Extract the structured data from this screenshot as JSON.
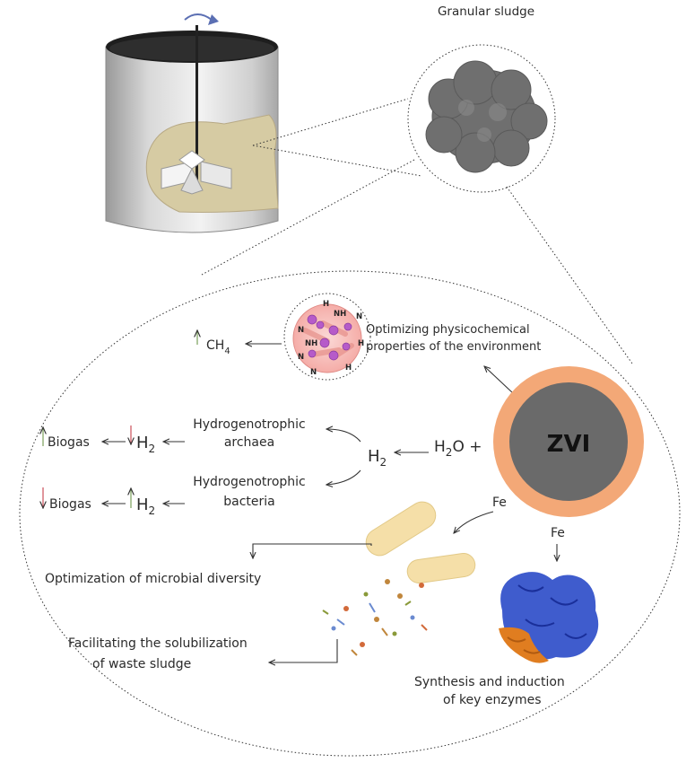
{
  "title": "Granular sludge",
  "zvi": "ZVI",
  "ch4": "CH",
  "ch4_sub": "4",
  "optimizing_line1": "Optimizing physicochemical",
  "optimizing_line2": "properties of the environment",
  "h2_center": "H",
  "h2_sub": "2",
  "h2o_h": "H",
  "h2o_sub": "2",
  "h2o_o": "O +",
  "archaea_line1": "Hydrogenotrophic",
  "archaea_line2": "archaea",
  "bacteria_line1": "Hydrogenotrophic",
  "bacteria_line2": "bacteria",
  "biogas_top": "Biogas",
  "biogas_bottom": "Biogas",
  "h2_top": "H",
  "h2_top_sub": "2",
  "h2_bottom": "H",
  "h2_bottom_sub": "2",
  "fe_left": "Fe",
  "fe_bottom": "Fe",
  "diversity": "Optimization of microbial diversity",
  "solub_line1": "Facilitating the solubilization",
  "solub_line2": "of waste sludge",
  "enzymes_line1": "Synthesis and induction",
  "enzymes_line2": "of key enzymes",
  "ion_labels": [
    "H",
    "NH",
    "N",
    "N",
    "NH",
    "N",
    "H",
    "H",
    "N"
  ],
  "colors": {
    "up_arrow": "#7aa05a",
    "down_arrow": "#cc4f5a",
    "zvi_core": "#6a6a6a",
    "zvi_shell": "#f3a877",
    "enzyme_blue": "#1f3fbf",
    "enzyme_orange": "#e07d20",
    "bacteria": "#f5dfa8"
  }
}
